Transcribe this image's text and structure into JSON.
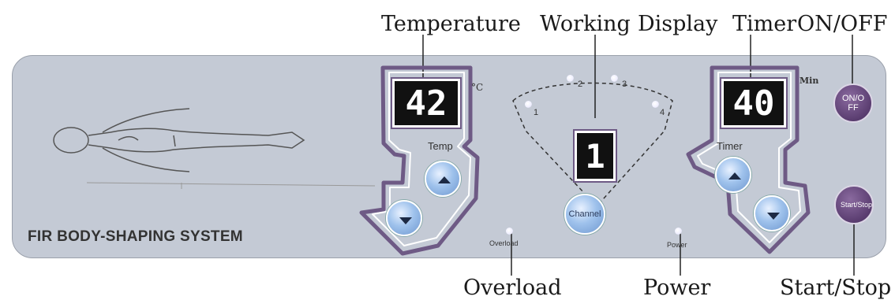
{
  "callouts": {
    "temperature": "Temperature",
    "working_display": "Working",
    "display": "Display",
    "timer": "Timer",
    "on_off": "ON/OFF",
    "overload": "Overload",
    "power": "Power",
    "start_stop": "Start/Stop"
  },
  "panel": {
    "brand": "FIR BODY-SHAPING SYSTEM",
    "temp_display": "42",
    "temp_unit": "°C",
    "temp_label": "Temp",
    "channel_display": "1",
    "channel_button": "Channel",
    "channel_numbers": [
      "1",
      "2",
      "3",
      "4"
    ],
    "timer_display": "40",
    "timer_unit": "Min",
    "timer_label": "Timer",
    "overload_led_label": "Overload",
    "power_led_label": "Power",
    "on_off_button": "ON/OFF",
    "start_stop_button": "Start/Stop"
  },
  "colors": {
    "panel": "#c4cad5",
    "accent_purple": "#5a3d70",
    "button_blue": "#8fb6e8"
  },
  "icons": [
    "body-outline-icon",
    "up-arrow-icon",
    "down-arrow-icon"
  ]
}
